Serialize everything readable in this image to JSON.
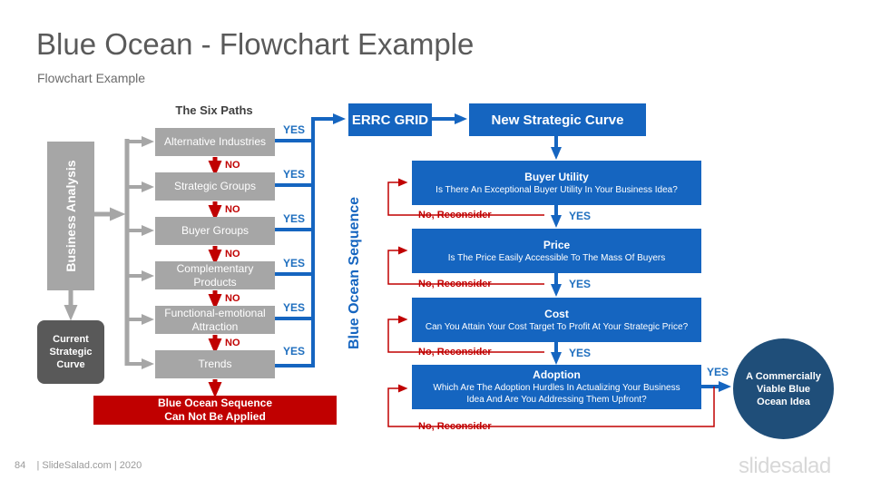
{
  "title": "Blue Ocean - Flowchart Example",
  "subtitle": "Flowchart Example",
  "footer": {
    "page_number": "84",
    "source": "| SlideSalad.com | 2020",
    "brand": "slidesalad"
  },
  "six_paths": {
    "heading": "The Six Paths",
    "items": [
      {
        "label": "Alternative Industries"
      },
      {
        "label": "Strategic Groups"
      },
      {
        "label": "Buyer Groups"
      },
      {
        "label": "Complementary Products"
      },
      {
        "label": "Functional-emotional Attraction"
      },
      {
        "label": "Trends"
      }
    ],
    "no_label": "NO",
    "yes_label": "YES"
  },
  "business_analysis": "Business Analysis",
  "current_strategic_curve": "Current Strategic Curve",
  "cannot_apply": {
    "line1": "Blue Ocean Sequence",
    "line2": "Can Not Be Applied"
  },
  "errc_grid": "ERRC GRID",
  "new_strategic_curve": "New Strategic Curve",
  "sequence_label": "Blue Ocean Sequence",
  "sequence": [
    {
      "title": "Buyer Utility",
      "question": "Is There An Exceptional Buyer Utility In Your Business Idea?"
    },
    {
      "title": "Price",
      "question": "Is The Price Easily Accessible To The Mass Of Buyers"
    },
    {
      "title": "Cost",
      "question": "Can You Attain Your Cost Target To Profit At Your Strategic Price?"
    },
    {
      "title": "Adoption",
      "question": "Which Are The Adoption Hurdles In Actualizing Your Business Idea And Are You Addressing Them Upfront?"
    }
  ],
  "reconsider_label": "No, Reconsider",
  "outcome": "A Commercially Viable Blue Ocean Idea",
  "colors": {
    "blue": "#1565c0",
    "dark_blue": "#1f4e79",
    "red": "#c00000",
    "gray": "#a6a6a6",
    "dark_gray": "#595959"
  }
}
